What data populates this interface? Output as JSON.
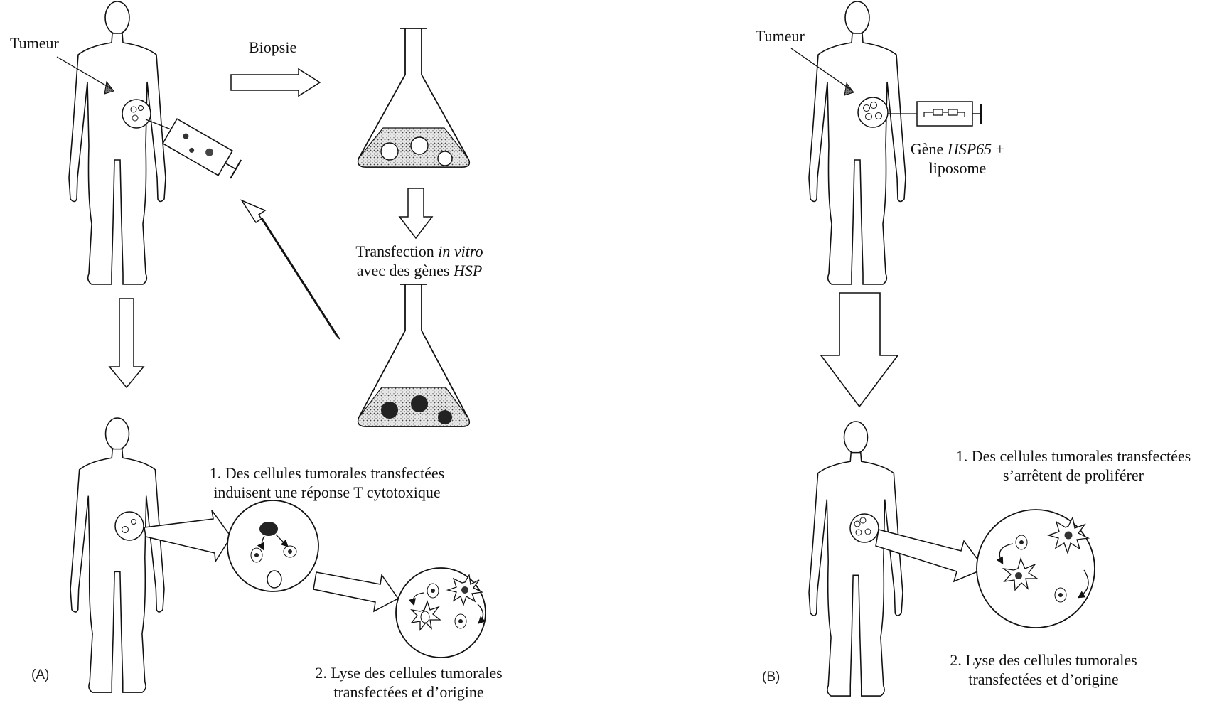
{
  "panel_a": {
    "tag": "(A)",
    "tumor_label": "Tumeur",
    "biopsy_label": "Biopsie",
    "transfection": {
      "line1_prefix": "Transfection ",
      "line1_italic": "in vitro",
      "line2_prefix": "avec des gènes ",
      "line2_italic": "HSP"
    },
    "step1": {
      "line1": "1. Des cellules tumorales transfectées",
      "line2": "induisent une réponse T cytotoxique"
    },
    "step2": {
      "line1": "2. Lyse des cellules tumorales",
      "line2": "transfectées et d’origine"
    }
  },
  "panel_b": {
    "tag": "(B)",
    "tumor_label": "Tumeur",
    "gene": {
      "line1_prefix": "Gène ",
      "line1_italic": "HSP65",
      "line1_suffix": " +",
      "line2": "liposome"
    },
    "step1": {
      "line1": "1. Des cellules tumorales transfectées",
      "line2": "s’arrêtent de proliférer"
    },
    "step2": {
      "line1": "2. Lyse des cellules tumorales",
      "line2": "transfectées et d’origine"
    }
  },
  "colors": {
    "ink": "#111111",
    "paper": "#ffffff",
    "stipple": "#d6d6d6",
    "cell_dark": "#222222"
  }
}
